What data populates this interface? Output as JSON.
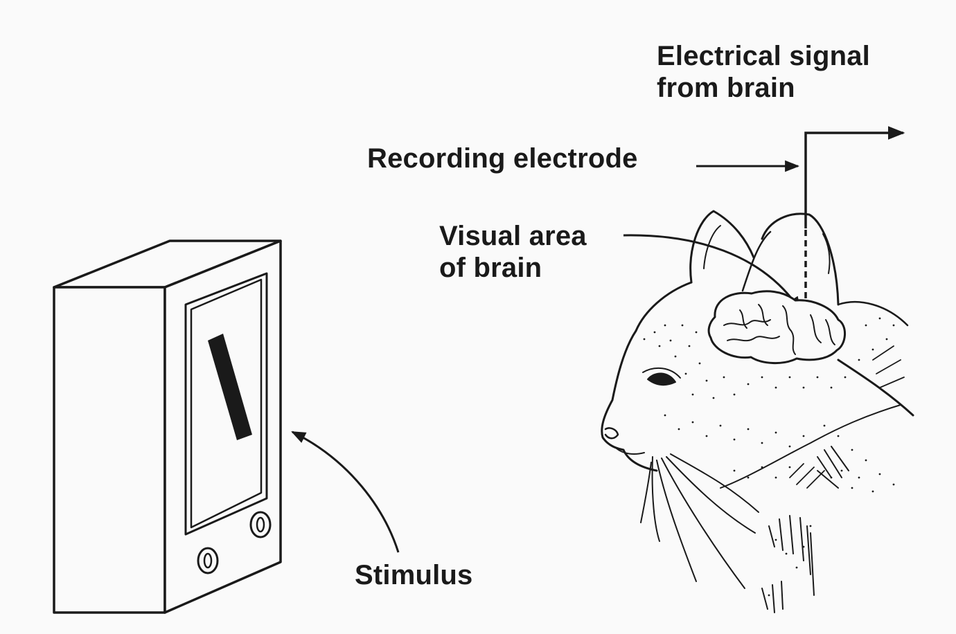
{
  "labels": {
    "electrical_signal_line1": "Electrical signal",
    "electrical_signal_line2": "from brain",
    "recording_electrode": "Recording electrode",
    "visual_area_line1": "Visual area",
    "visual_area_line2": "of brain",
    "stimulus": "Stimulus"
  },
  "colors": {
    "ink": "#1a1a1a",
    "paper": "#fafafa"
  }
}
